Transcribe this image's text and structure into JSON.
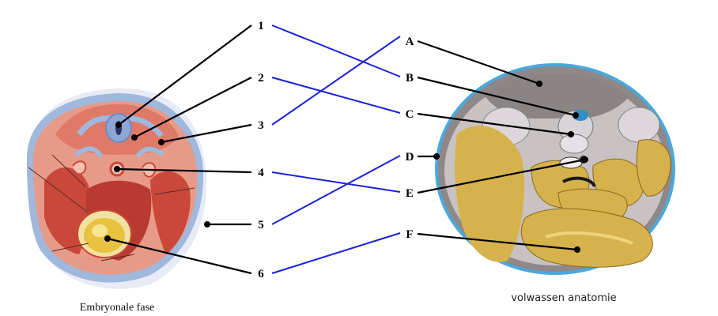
{
  "diagram": {
    "left_numbers": [
      "1",
      "2",
      "3",
      "4",
      "5",
      "6"
    ],
    "right_letters": [
      "A",
      "B",
      "C",
      "D",
      "E",
      "F"
    ],
    "left_caption": "Embryonale fase",
    "right_caption": "volwassen anatomie",
    "matches": [
      {
        "from": "1",
        "to": "B"
      },
      {
        "from": "2",
        "to": "C"
      },
      {
        "from": "3",
        "to": "A"
      },
      {
        "from": "4",
        "to": "E"
      },
      {
        "from": "5",
        "to": "D"
      },
      {
        "from": "6",
        "to": "F"
      }
    ],
    "colors": {
      "match_line": "#1a22d8",
      "leader_line": "#000000",
      "embryo_body": "#d85a4a",
      "embryo_pale": "#f0b8a8",
      "membrane_blue": "#9fb8dc",
      "yolk": "#e8c240",
      "adult_outline": "#4aa8dc",
      "adult_organs": "#d6b24c",
      "adult_tissue": "#a8a0a0"
    }
  }
}
